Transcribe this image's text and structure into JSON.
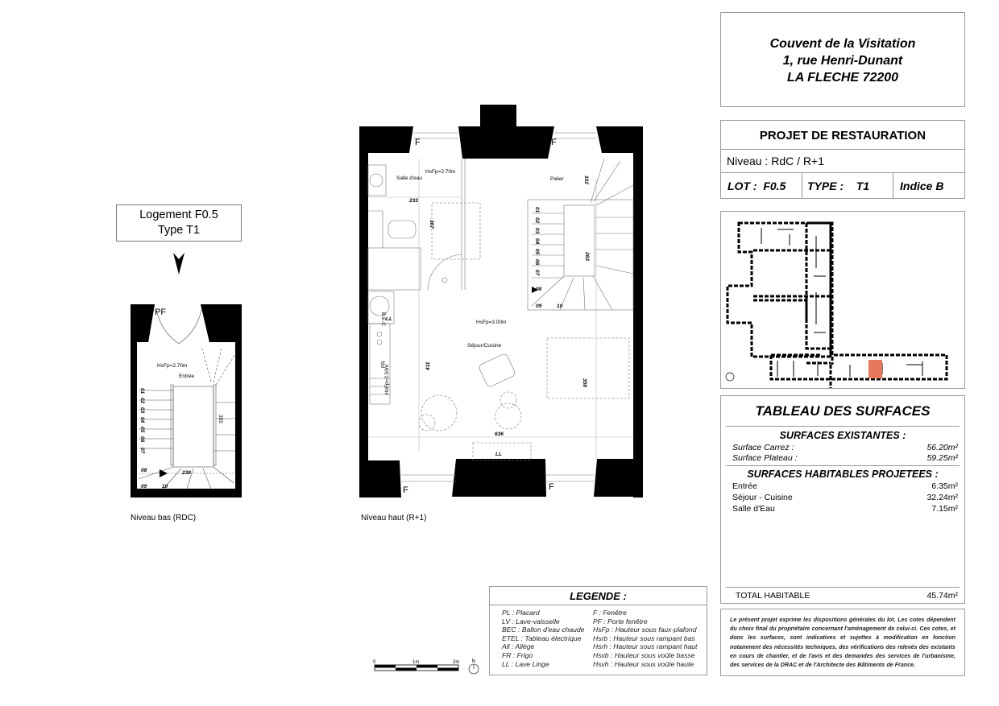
{
  "address": {
    "line1": "Couvent de la Visitation",
    "line2": "1, rue Henri-Dunant",
    "line3": "LA FLECHE 72200"
  },
  "project": {
    "title": "PROJET DE RESTAURATION",
    "niveau": "Niveau : RdC / R+1",
    "lot_label": "LOT :",
    "lot_value": "F0.5",
    "type_label": "TYPE :",
    "type_value": "T1",
    "indice": "Indice B"
  },
  "site_plan": {
    "highlight_color": "#e8785a"
  },
  "surfaces": {
    "title": "TABLEAU DES SURFACES",
    "existing_heading": "SURFACES EXISTANTES :",
    "existing": [
      {
        "label": "Surface Carrez :",
        "value": "56.20m²"
      },
      {
        "label": "Surface Plateau :",
        "value": "59.25m²"
      }
    ],
    "habitable_heading": "SURFACES HABITABLES PROJETEES :",
    "habitable": [
      {
        "label": "Entrée",
        "value": "6.35m²"
      },
      {
        "label": "Séjour - Cuisine",
        "value": "32.24m²"
      },
      {
        "label": "Salle d'Eau",
        "value": "7.15m²"
      }
    ],
    "total_label": "TOTAL HABITABLE",
    "total_value": "45.74m²"
  },
  "disclaimer": "Le présent projet exprime les dispositions générales du lot. Les cotes dépendent du choix final du propriétaire concernant l'aménagement de celui-ci. Ces cotes, et donc les surfaces, sont indicatives et sujettes à modification en fonction notamment des nécessités techniques, des vérifications des relevés des existants en cours de chantier, et de l'avis et des demandes des services de l'urbanisme, des services de la DRAC et de l'Architecte des Bâtiments de France.",
  "legend": {
    "title": "LEGENDE :",
    "left": [
      "PL : Placard",
      "LV : Lave-vaisselle",
      "BEC : Ballon d'eau chaude",
      "ETEL : Tableau électrique",
      "All : Allège",
      "FR : Frigo",
      "LL : Lave Linge"
    ],
    "right": [
      "F : Fenêtre",
      "PF : Porte fenêtre",
      "HsFp : Hauteur sous faux-plafond",
      "Hsrb : Hauteur sous rampant bas",
      "Hsrh : Hauteur sous rampant haut",
      "Hsvb : Hauteur sous voûte basse",
      "Hsvh : Hauteur sous voûte haute"
    ]
  },
  "scale_bar": {
    "labels": [
      "0",
      "1m",
      "2m"
    ],
    "north": "N"
  },
  "lot_label": {
    "line1": "Logement F0.5",
    "line2": "Type T1"
  },
  "plan_rdc": {
    "caption": "Niveau bas (RDC)",
    "door": "PF",
    "room": "Entrée",
    "height": "HsFp=2.70m",
    "dims": [
      "355",
      "238"
    ],
    "steps": [
      "01",
      "02",
      "03",
      "04",
      "05",
      "06",
      "07",
      "08",
      "09",
      "10"
    ]
  },
  "plan_r1": {
    "caption": "Niveau haut (R+1)",
    "windows": [
      "F",
      "F",
      "F",
      "F"
    ],
    "rooms": {
      "bath": "Salle d'eau",
      "landing": "Palier",
      "living": "Séjour/Cuisine"
    },
    "heights": {
      "bath": "HsFp=2.70m",
      "living": "HsFp=3.00m",
      "kitchen": "HsFp=2.50m"
    },
    "dims": {
      "bath_width": "233",
      "bath_depth": "307",
      "landing": "102",
      "stair": "263",
      "living_depth": "411",
      "sofa_depth": "358",
      "width": "636"
    },
    "labels": {
      "bec": "B.E.C",
      "ll": "LL",
      "fr": "FR",
      "ll2": "LL"
    },
    "steps": [
      "01",
      "02",
      "03",
      "04",
      "05",
      "06",
      "07",
      "08",
      "09",
      "10"
    ]
  }
}
